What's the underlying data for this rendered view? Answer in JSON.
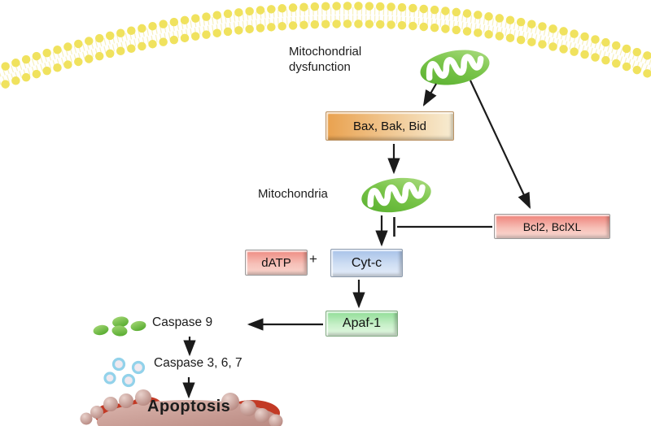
{
  "labels": {
    "mito_dysfunction_line1": "Mitochondrial",
    "mito_dysfunction_line2": "dysfunction",
    "mitochondria": "Mitochondria",
    "plus": "+",
    "caspase9": "Caspase 9",
    "caspase367": "Caspase 3, 6, 7",
    "apoptosis": "Apoptosis"
  },
  "boxes": {
    "bax": {
      "label": "Bax, Bak, Bid",
      "color": "#e9a14e"
    },
    "bcl2": {
      "label": "Bcl2, BclXL",
      "color": "#ee7f76"
    },
    "datp": {
      "label": "dATP",
      "color": "#ee8a80"
    },
    "cytc": {
      "label": "Cyt-c",
      "color": "#a6c1e8"
    },
    "apaf1": {
      "label": "Apaf-1",
      "color": "#8edc95"
    }
  },
  "icons": {
    "cell-membrane-icon": "lipid-bilayer-double-row-of-yellow-dots",
    "mitochondrion-icon": "green-ellipse-with-white-cristae",
    "caspase9-granules-icon": "four-green-ovals",
    "caspase367-granules-icon": "four-blue-rings",
    "apoptotic-cell-icon": "blebbed-pink-cell"
  },
  "colors": {
    "membrane_head": "#f0e25e",
    "membrane_tail": "#f6edaf",
    "mito_green_dark": "#54ad2b",
    "mito_green_light": "#a8d878",
    "arrow": "#1b1b1b",
    "caspase9_oval": "#6cbf3e",
    "caspase367_ring": "#92d2ea",
    "cell_body": "#c79a93",
    "cell_red": "#c23a25"
  }
}
